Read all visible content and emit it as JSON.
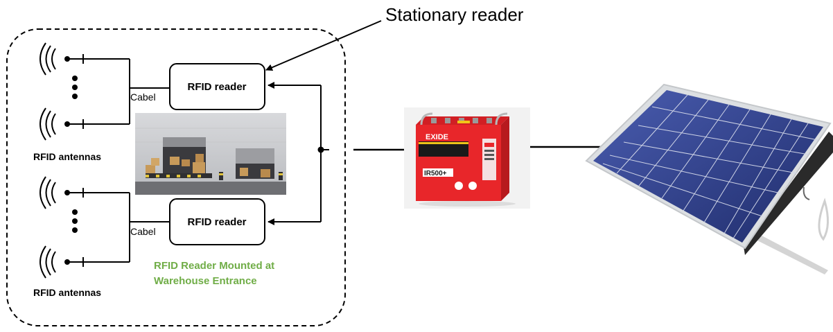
{
  "callout": {
    "title": "Stationary reader"
  },
  "readers": [
    {
      "label": "RFID reader",
      "cable_label": "Cabel"
    },
    {
      "label": "RFID reader",
      "cable_label": "Cabel"
    }
  ],
  "antenna_groups": [
    {
      "label": "RFID antennas"
    },
    {
      "label": "RFID antennas"
    }
  ],
  "caption": {
    "line1": "RFID Reader Mounted at",
    "line2": "Warehouse Entrance",
    "color": "#70ad47"
  },
  "battery": {
    "brand": "EXIDE",
    "model": "IR500+",
    "color": "#e8262a"
  },
  "solar_panel": {
    "color": "#2f3f86"
  }
}
